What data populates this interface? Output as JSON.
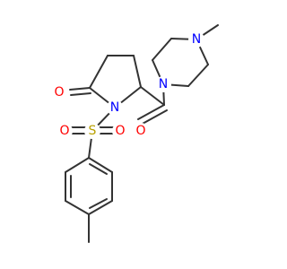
{
  "molecule": {
    "atoms": {
      "o_carbonyl_ring": {
        "symbol": "O",
        "color": "#ff0000"
      },
      "n_pyrrolidine": {
        "symbol": "N",
        "color": "#0000ff"
      },
      "s_sulfonyl": {
        "symbol": "S",
        "color": "#b8a000"
      },
      "o_sulfonyl_left": {
        "symbol": "O",
        "color": "#ff0000"
      },
      "o_sulfonyl_right": {
        "symbol": "O",
        "color": "#ff0000"
      },
      "o_amide": {
        "symbol": "O",
        "color": "#ff0000"
      },
      "n_piperazine_1": {
        "symbol": "N",
        "color": "#0000ff"
      },
      "n_piperazine_4": {
        "symbol": "N",
        "color": "#0000ff"
      }
    },
    "bond_color": "#333333"
  }
}
